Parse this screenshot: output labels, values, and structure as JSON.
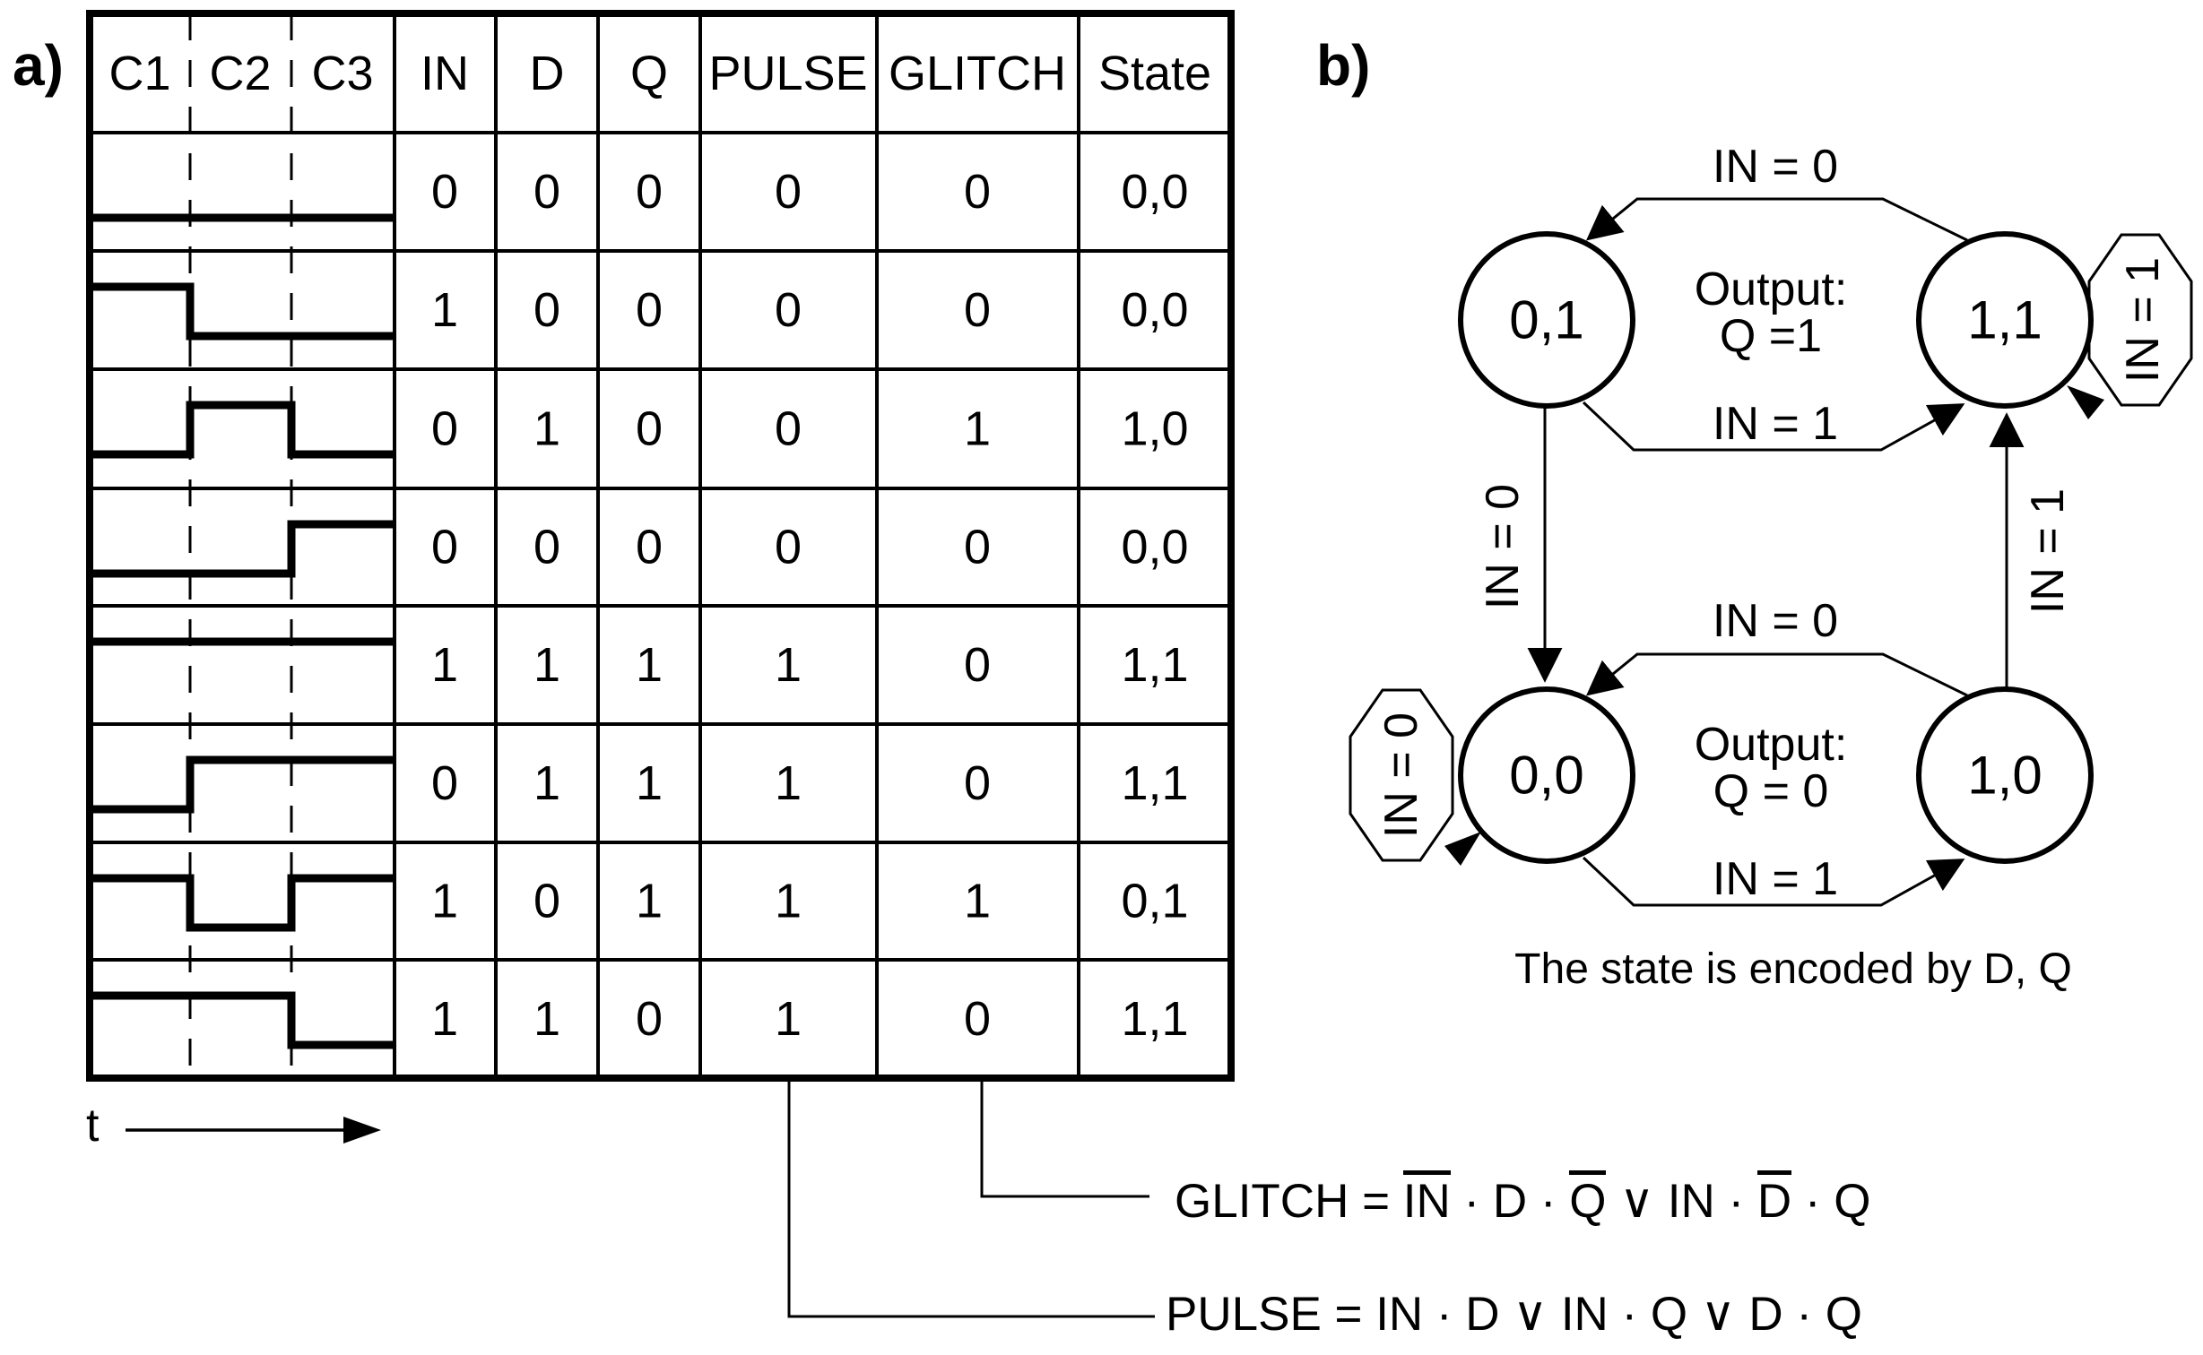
{
  "panel_a": {
    "label": "a)",
    "time_axis_label": "t",
    "table": {
      "headers": [
        "C1",
        "C2",
        "C3",
        "IN",
        "D",
        "Q",
        "PULSE",
        "GLITCH",
        "State"
      ],
      "rows": [
        {
          "wave": [
            0,
            0,
            0
          ],
          "values": [
            "0",
            "0",
            "0",
            "0",
            "0",
            "0,0"
          ]
        },
        {
          "wave": [
            1,
            0,
            0
          ],
          "values": [
            "1",
            "0",
            "0",
            "0",
            "0",
            "0,0"
          ]
        },
        {
          "wave": [
            0,
            1,
            0
          ],
          "values": [
            "0",
            "1",
            "0",
            "0",
            "1",
            "1,0"
          ]
        },
        {
          "wave": [
            0,
            0,
            1
          ],
          "values": [
            "0",
            "0",
            "0",
            "0",
            "0",
            "0,0"
          ]
        },
        {
          "wave": [
            1,
            1,
            1
          ],
          "values": [
            "1",
            "1",
            "1",
            "1",
            "0",
            "1,1"
          ]
        },
        {
          "wave": [
            0,
            1,
            1
          ],
          "values": [
            "0",
            "1",
            "1",
            "1",
            "0",
            "1,1"
          ]
        },
        {
          "wave": [
            1,
            0,
            1
          ],
          "values": [
            "1",
            "0",
            "1",
            "1",
            "1",
            "0,1"
          ]
        },
        {
          "wave": [
            1,
            1,
            0
          ],
          "values": [
            "1",
            "1",
            "0",
            "1",
            "0",
            "1,1"
          ]
        }
      ]
    }
  },
  "equations": {
    "glitch": {
      "parts": [
        {
          "text": "GLITCH = ",
          "overline": false
        },
        {
          "text": "IN",
          "overline": true
        },
        {
          "text": " · D · ",
          "overline": false
        },
        {
          "text": "Q",
          "overline": true
        },
        {
          "text": " ∨ IN · ",
          "overline": false
        },
        {
          "text": "D",
          "overline": true
        },
        {
          "text": " · Q",
          "overline": false
        }
      ]
    },
    "pulse": {
      "parts": [
        {
          "text": "PULSE = IN · D ∨ IN · Q ∨ D · Q",
          "overline": false
        }
      ]
    }
  },
  "panel_b": {
    "label": "b)",
    "states": [
      {
        "label": "0,1"
      },
      {
        "label": "1,1"
      },
      {
        "label": "0,0"
      },
      {
        "label": "1,0"
      }
    ],
    "transitions": [
      {
        "from": "1,1",
        "to": "0,1",
        "label": "IN = 0"
      },
      {
        "from": "0,1",
        "to": "1,1",
        "label": "IN = 1"
      },
      {
        "from": "0,1",
        "to": "0,0",
        "label": "IN = 0"
      },
      {
        "from": "1,0",
        "to": "1,1",
        "label": "IN = 1"
      },
      {
        "from": "1,0",
        "to": "0,0",
        "label": "IN = 0"
      },
      {
        "from": "0,0",
        "to": "1,0",
        "label": "IN = 1"
      },
      {
        "from": "1,1",
        "to": "1,1",
        "label": "IN = 1"
      },
      {
        "from": "0,0",
        "to": "0,0",
        "label": "IN = 0"
      }
    ],
    "outputs": {
      "top": {
        "line1": "Output:",
        "line2": "Q =1"
      },
      "bottom": {
        "line1": "Output:",
        "line2": "Q = 0"
      }
    },
    "caption": "The state is encoded by D, Q"
  },
  "colors": {
    "ink": "#000000",
    "background": "#ffffff"
  }
}
